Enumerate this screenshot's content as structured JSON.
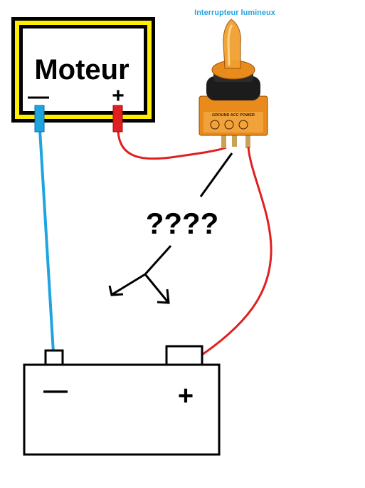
{
  "switch": {
    "title": "Interrupteur lumineux",
    "plate_text": "GROUND ACC POWER"
  },
  "motor": {
    "label": "Moteur",
    "minus": "—",
    "plus": "+"
  },
  "question": "????",
  "battery": {
    "minus": "—",
    "plus": "+"
  },
  "colors": {
    "title_blue": "#2aa3df",
    "motor_yellow": "#ffee00",
    "wire_blue": "#1fa4e0",
    "wire_red": "#e02020",
    "switch_orange": "#e88a1c",
    "switch_body": "#1c1c1c",
    "outline": "#000000"
  }
}
